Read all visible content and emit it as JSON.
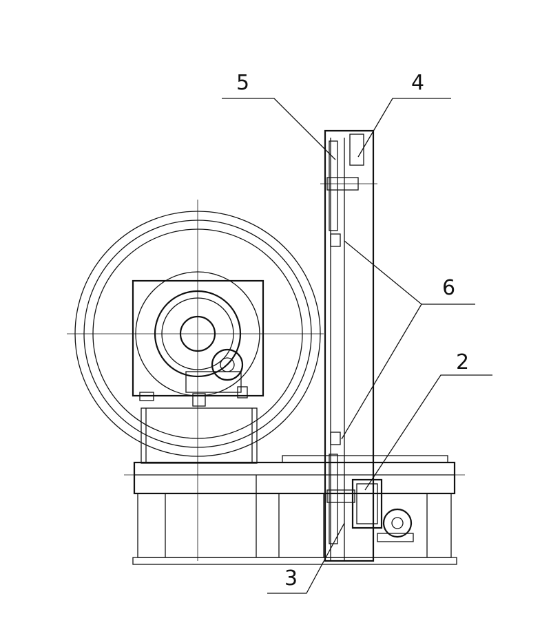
{
  "figure": {
    "labels": [
      {
        "id": "label-5",
        "text": "5"
      },
      {
        "id": "label-4",
        "text": "4"
      },
      {
        "id": "label-6",
        "text": "6"
      },
      {
        "id": "label-2",
        "text": "2"
      },
      {
        "id": "label-3",
        "text": "3"
      }
    ],
    "line_color": "#111111",
    "background": "#ffffff"
  }
}
